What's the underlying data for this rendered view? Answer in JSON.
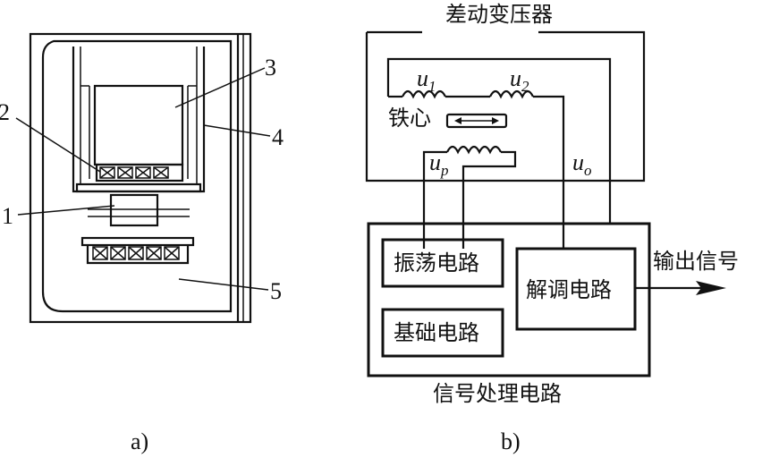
{
  "panel_a": {
    "labels": [
      "1",
      "2",
      "3",
      "4",
      "5"
    ],
    "caption": "a)"
  },
  "panel_b": {
    "title": "差动变压器",
    "core_label": "铁心",
    "u1": {
      "main": "u",
      "sub": "1"
    },
    "u2": {
      "main": "u",
      "sub": "2"
    },
    "up": {
      "main": "u",
      "sub": "p"
    },
    "uo": {
      "main": "u",
      "sub": "o"
    },
    "oscillator": "振荡电路",
    "base_circuit": "基础电路",
    "demod": "解调电路",
    "output": "输出信号",
    "processing": "信号处理电路",
    "caption": "b)"
  }
}
